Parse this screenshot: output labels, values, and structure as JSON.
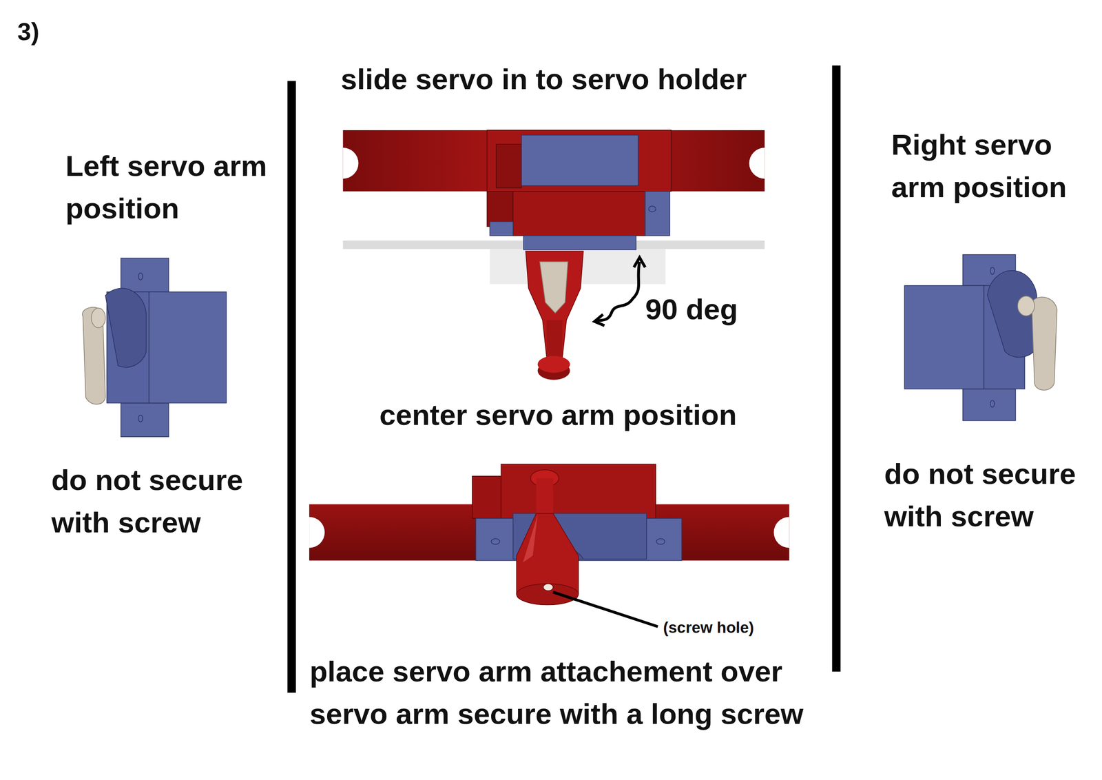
{
  "diagram": {
    "labels": [
      "3)",
      "slide servo in to servo holder",
      "Left servo arm position",
      "do not secure with screw",
      "90 deg",
      "center servo arm position",
      "Right servo arm position",
      "do not secure with screw",
      "(screw hole)",
      "place servo arm attachement over servo arm secure with a long screw"
    ]
  }
}
